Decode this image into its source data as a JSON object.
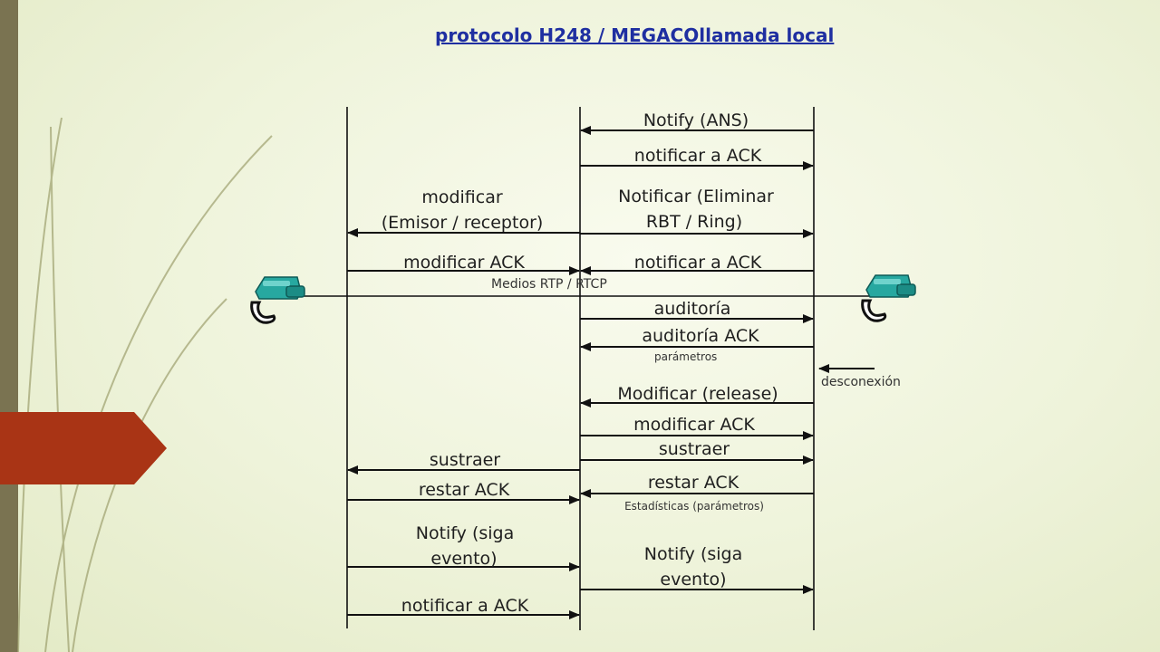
{
  "title": "protocolo H248 / MEGACOllamada local",
  "colors": {
    "title": "#1f2fa1",
    "side_bar": "#7a7351",
    "accent_tab": "#a93415",
    "phone": "#27a8a0",
    "line": "#111111"
  },
  "icons": {
    "phone_left": "telephone-icon",
    "phone_right": "telephone-icon"
  },
  "messages": {
    "notify_ans": "Notify (ANS)",
    "notify_ack_1": "notificar a ACK",
    "modify_sender_receiver_1": "modificar",
    "modify_sender_receiver_2": "(Emisor / receptor)",
    "notify_remove_ring_1": "Notificar (Eliminar",
    "notify_remove_ring_2": "RBT / Ring)",
    "modify_ack": "modificar ACK",
    "notify_ack_2": "notificar a ACK",
    "media": "Medios RTP / RTCP",
    "audit": "auditoría",
    "audit_ack": "auditoría ACK",
    "parameters": "parámetros",
    "disconnect": "desconexión",
    "modify_release": "Modificar (release)",
    "modify_ack_2": "modificar ACK",
    "subtract_right": "sustraer",
    "subtract_left": "sustraer",
    "subtract_ack_right": "restar ACK",
    "statistics": "Estadísticas (parámetros)",
    "subtract_ack_left": "restar ACK",
    "notify_follow_left_1": "Notify (siga",
    "notify_follow_left_2": "evento)",
    "notify_follow_right_1": "Notify (siga",
    "notify_follow_right_2": "evento)",
    "notify_ack_left": "notificar a ACK"
  }
}
